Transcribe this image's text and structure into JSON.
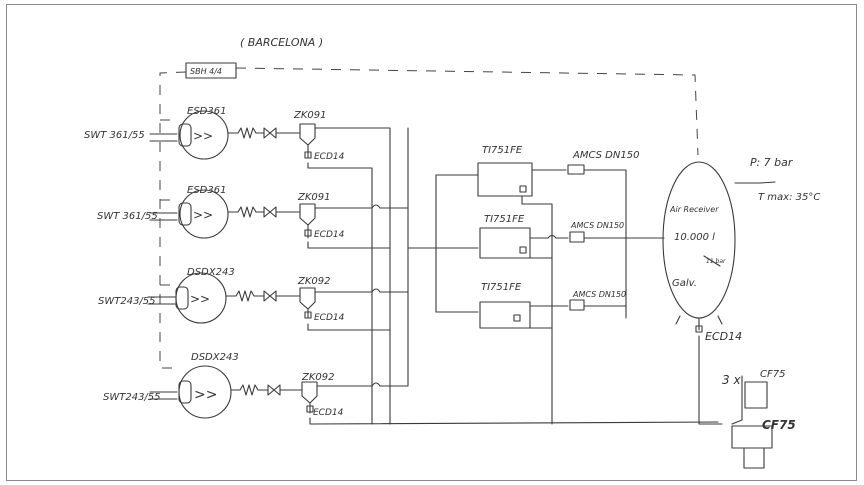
{
  "diagram": {
    "location_label": "( BARCELONA )",
    "panel_label": "SBH 4/4",
    "compressors": [
      {
        "name": "ESD361",
        "switch": "SWT 361/55",
        "valve": "ZK091",
        "sensor": "ECD14",
        "symbol": ">>"
      },
      {
        "name": "ESD361",
        "switch": "SWT 361/55",
        "valve": "ZK091",
        "sensor": "ECD14",
        "symbol": ">>"
      },
      {
        "name": "DSDX243",
        "switch": "SWT243/55",
        "valve": "ZK092",
        "sensor": "ECD14",
        "symbol": ">>"
      },
      {
        "name": "DSDX243",
        "switch": "SWT243/55",
        "valve": "ZK092",
        "sensor": "ECD14",
        "symbol": ">>"
      }
    ],
    "dryers": [
      "TI751FE",
      "TI751FE",
      "TI751FE"
    ],
    "controllers": [
      "AMCS DN150",
      "AMCS DN150",
      "AMCS DN150"
    ],
    "receiver": {
      "line1": "Air Receiver",
      "line2": "10.000 l",
      "line3": "11 bar",
      "line4": "Galv.",
      "sensor": "ECD14"
    },
    "pressure_label": "P: 7 bar",
    "temperature_label": "T max: 35°C",
    "filter_count_label": "3 x",
    "filter_top": "CF75",
    "filter_bottom": "CF75"
  }
}
